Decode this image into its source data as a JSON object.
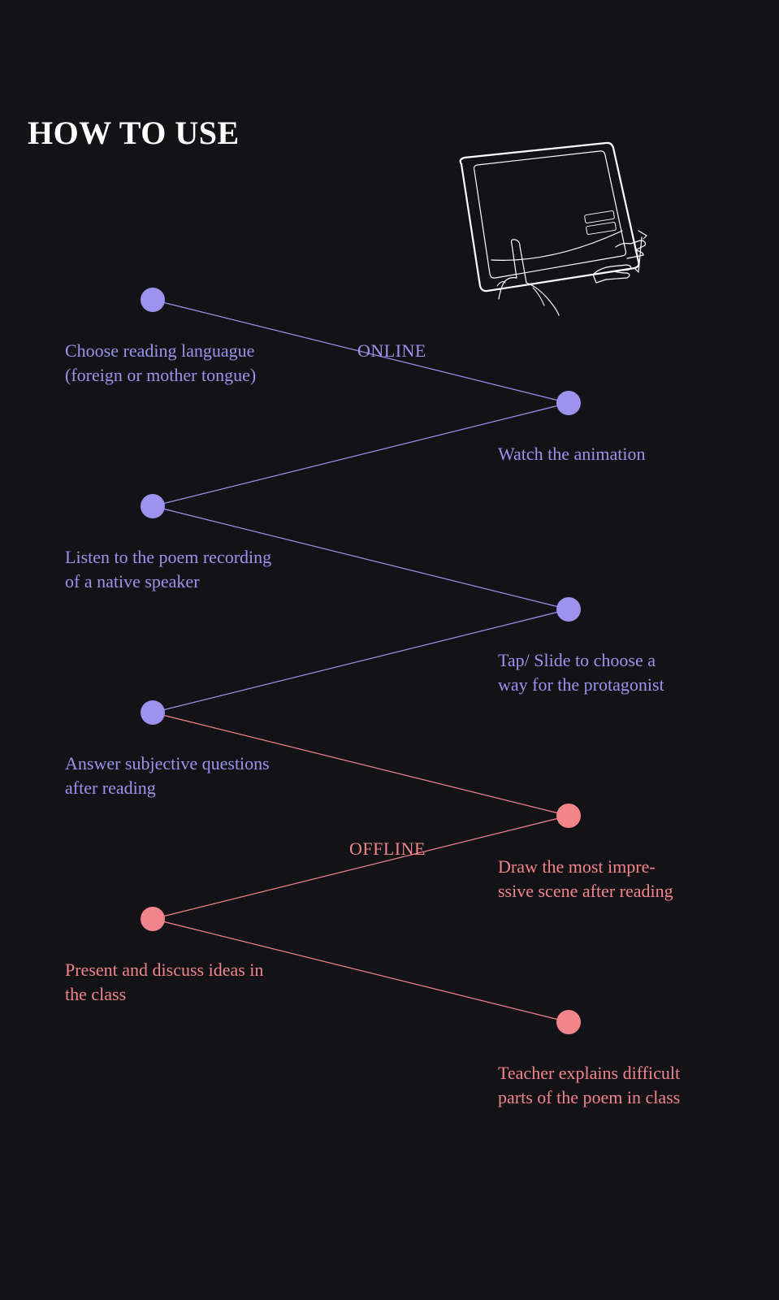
{
  "title": "HOW TO USE",
  "colors": {
    "background": "#121217",
    "title": "#ffffff",
    "online": "#9d93ef",
    "offline": "#f2858b"
  },
  "phases": {
    "online": "ONLINE",
    "offline": "OFFLINE"
  },
  "illustration": {
    "icon": "tablet-hand-icon"
  },
  "steps": [
    {
      "lines": [
        "Choose reading languague",
        "(foreign or mother tongue)"
      ],
      "phase": "online"
    },
    {
      "lines": [
        "Watch the animation"
      ],
      "phase": "online"
    },
    {
      "lines": [
        "Listen to the poem recording",
        "of a native speaker"
      ],
      "phase": "online"
    },
    {
      "lines": [
        "Tap/ Slide to choose a",
        "way for the protagonist"
      ],
      "phase": "online"
    },
    {
      "lines": [
        "Answer subjective questions",
        "after reading"
      ],
      "phase": "online"
    },
    {
      "lines": [
        "Draw the most impre-",
        "ssive scene after reading"
      ],
      "phase": "offline"
    },
    {
      "lines": [
        "Present and discuss ideas in",
        "the class"
      ],
      "phase": "offline"
    },
    {
      "lines": [
        "Teacher explains difficult",
        "parts of the poem in class"
      ],
      "phase": "offline"
    }
  ]
}
